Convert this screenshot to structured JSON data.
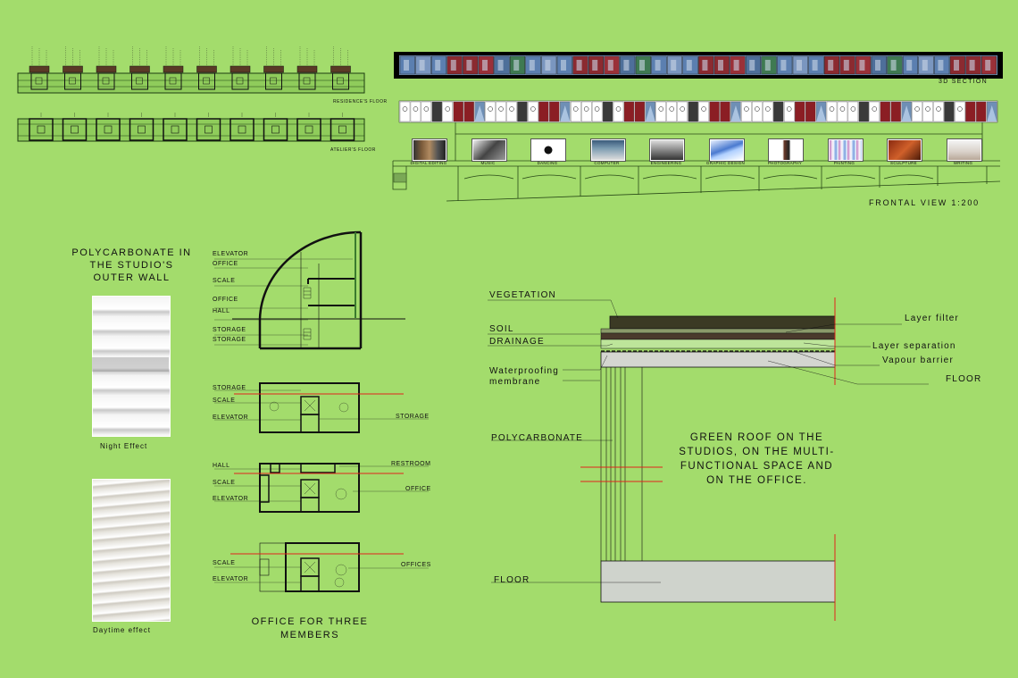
{
  "plans": {
    "residence_title": "RESIDENCE'S FLOOR",
    "atelier_title": "ATELIER'S FLOOR"
  },
  "elevation": {
    "section_title": "3D SECTION",
    "frontal_title": "FRONTAL VIEW 1:200",
    "studios": [
      "DIGITAL EDITING",
      "MUSIC",
      "DANCING",
      "COMPUTER",
      "ENGINEERING",
      "GRAPHIC DESIGN",
      "PHOTOGRAPHY",
      "PAINTING",
      "SCULPTURE",
      "WRITING"
    ]
  },
  "polycarbonate": {
    "title": "POLYCARBONATE IN THE STUDIO'S OUTER WALL",
    "night_caption": "Night Effect",
    "day_caption": "Daytime effect"
  },
  "office": {
    "title": "OFFICE FOR THREE MEMBERS",
    "plan1_labels": [
      "ELEVATOR",
      "OFFICE",
      "SCALE",
      "OFFICE",
      "HALL",
      "STORAGE",
      "STORAGE"
    ],
    "plan2_labels": [
      "STORAGE",
      "SCALE",
      "ELEVATOR"
    ],
    "plan2_right": "STORAGE",
    "plan3_labels": [
      "HALL",
      "SCALE",
      "ELEVATOR"
    ],
    "plan3_right": [
      "RESTROOM",
      "OFFICE"
    ],
    "plan4_labels": [
      "SCALE",
      "ELEVATOR"
    ],
    "plan4_right": "OFFICES"
  },
  "roof_detail": {
    "left_labels": [
      "VEGETATION",
      "SOIL",
      "DRAINAGE",
      "Waterproofing membrane"
    ],
    "right_labels": [
      "Layer filter",
      "Layer separation",
      "Vapour barrier",
      "FLOOR"
    ],
    "polycarbonate_label": "POLYCARBONATE",
    "floor_label": "FLOOR",
    "note": "GREEN ROOF ON THE STUDIOS, ON THE MULTI-FUNCTIONAL SPACE AND ON THE OFFICE."
  },
  "colors": {
    "background": "#a3dc6c",
    "red_line": "#e0231c",
    "soil": "#4a3a2c"
  }
}
